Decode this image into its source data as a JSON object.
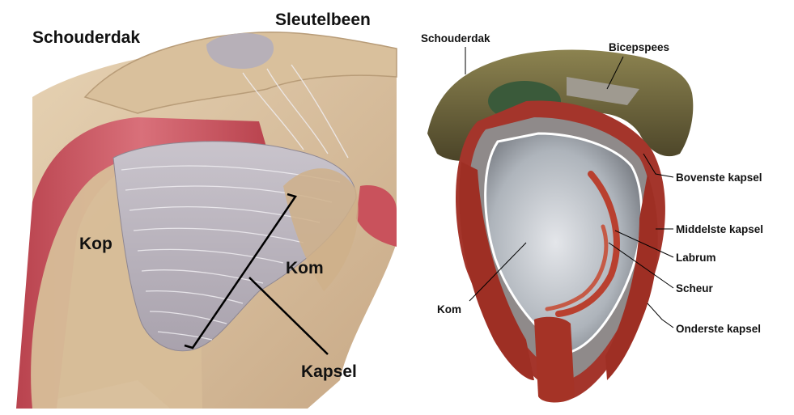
{
  "left_panel": {
    "labels": {
      "schouderdak": "Schouderdak",
      "sleutelbeen": "Sleutelbeen",
      "kop": "Kop",
      "kom": "Kom",
      "kapsel": "Kapsel"
    }
  },
  "right_panel": {
    "labels": {
      "schouderdak": "Schouderdak",
      "bicepspees": "Bicepspees",
      "bovenste_kapsel": "Bovenste kapsel",
      "middelste_kapsel": "Middelste kapsel",
      "labrum": "Labrum",
      "scheur": "Scheur",
      "kom": "Kom",
      "onderste_kapsel": "Onderste kapsel"
    }
  }
}
